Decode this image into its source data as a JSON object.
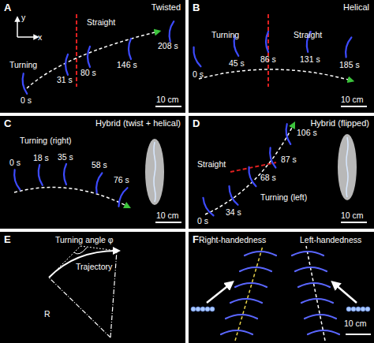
{
  "diagram": {
    "nodes": [
      {
        "text": [
          "A",
          "Twisted"
        ]
      },
      {
        "text": [
          "B",
          "Helical"
        ]
      },
      {
        "text": [
          "C",
          "Hybrid (twist + helical)"
        ]
      },
      {
        "text": [
          "D",
          "Hybrid (flipped)"
        ]
      },
      {
        "text": [
          "E"
        ]
      },
      {
        "text": [
          "F"
        ]
      }
    ],
    "labels": [
      "y",
      "x",
      "Straight",
      "Turning",
      "0 s",
      "31 s",
      "80 s",
      "146 s",
      "208 s",
      "10 cm",
      "Turning",
      "Straight",
      "0 s",
      "45 s",
      "86 s",
      "131 s",
      "185 s",
      "10 cm",
      "Turning (right)",
      "0 s",
      "18 s",
      "35 s",
      "58 s",
      "76 s",
      "10 cm",
      "Straight",
      "Turning (left)",
      "0 s",
      "34 s",
      "68 s",
      "87 s",
      "106 s",
      "10 cm",
      "Turning angle φ",
      "Trajectory",
      "R",
      "Right-handedness",
      "Left-handedness",
      "10 cm"
    ]
  }
}
